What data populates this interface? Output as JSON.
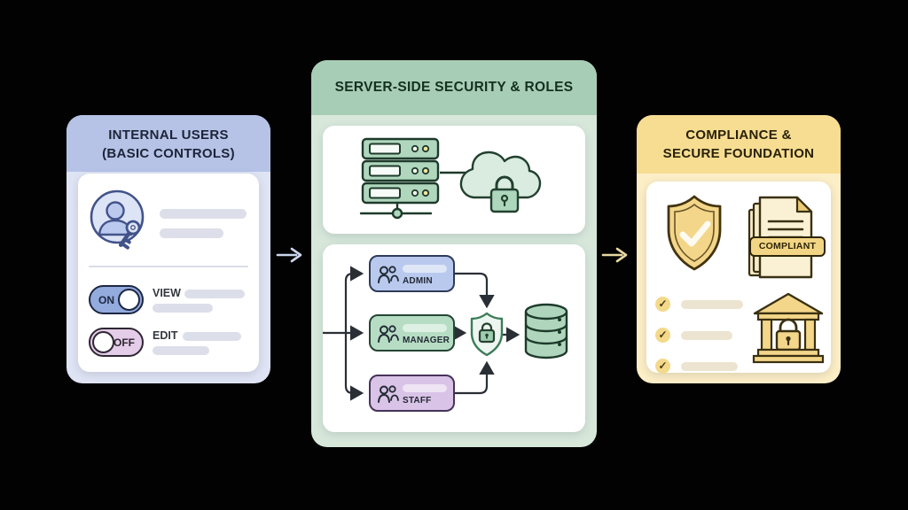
{
  "panels": {
    "internal_users": {
      "title_line1": "INTERNAL USERS",
      "title_line2": "(BASIC CONTROLS)",
      "toggles": [
        {
          "state_label": "ON",
          "feature_label": "VIEW",
          "on": true
        },
        {
          "state_label": "OFF",
          "feature_label": "EDIT",
          "on": false
        }
      ]
    },
    "server_security": {
      "title": "SERVER-SIDE SECURITY & ROLES",
      "roles": [
        {
          "label": "ADMIN",
          "color": "#b9c9ee"
        },
        {
          "label": "MANAGER",
          "color": "#b6ddc4"
        },
        {
          "label": "STAFF",
          "color": "#d9c3e6"
        }
      ]
    },
    "compliance": {
      "title_line1": "COMPLIANCE &",
      "title_line2": "SECURE FOUNDATION",
      "badge_label": "COMPLIANT",
      "checklist": {
        "item_count": 3
      }
    }
  },
  "icons": {
    "user-with-key-icon": "person avatar in circle with key",
    "server-stack-icon": "three stacked server units",
    "secure-cloud-icon": "cloud with padlock",
    "users-icon": "two people outline",
    "shield-lock-icon": "shield with padlock",
    "database-icon": "database cylinder",
    "shield-check-icon": "shield with checkmark",
    "compliant-documents-icon": "stacked documents with fold",
    "bank-lock-icon": "bank building with padlock",
    "check-glyph": "✓",
    "arrow-right-icon": "→"
  },
  "colors": {
    "background": "#020202",
    "internal_header": "#b6c3e7",
    "internal_body": "#dfe4f4",
    "server_header": "#a8cdb6",
    "server_body": "#d7e8db",
    "compliance_header": "#f6dd92",
    "compliance_body": "#fceec6",
    "toggle_on": "#93abdd",
    "toggle_off": "#e4cde8",
    "gold_accent": "#f3d689",
    "green_accent": "#afd6bd",
    "card": "#ffffff"
  }
}
